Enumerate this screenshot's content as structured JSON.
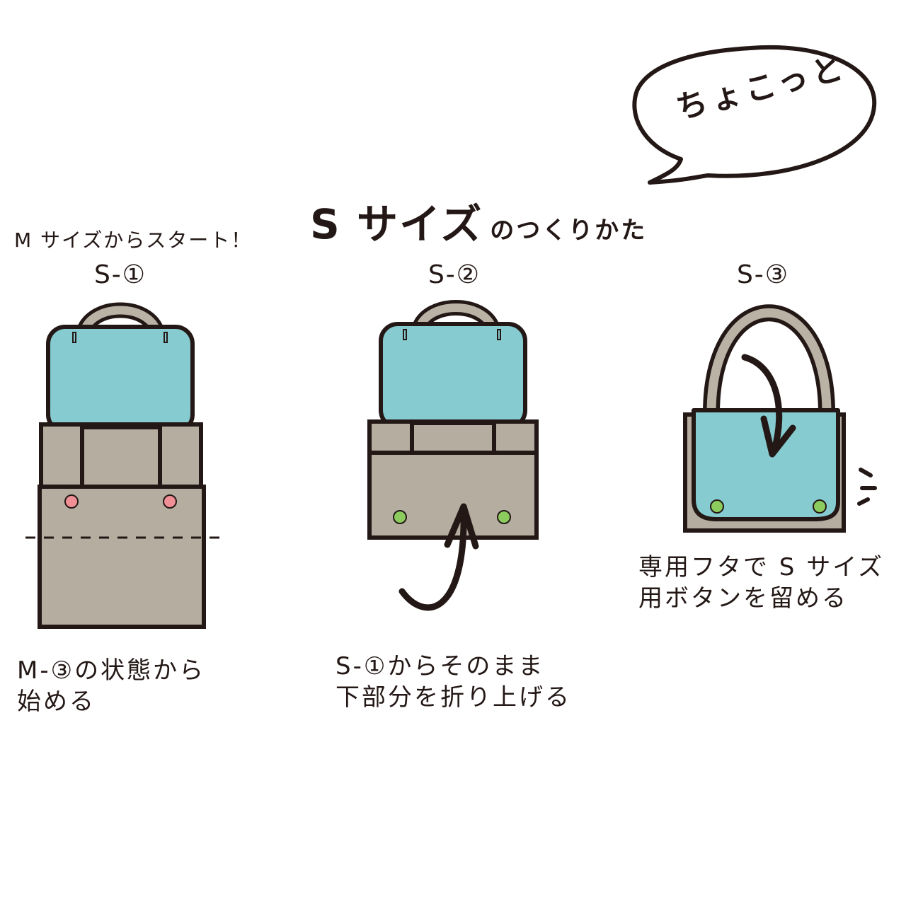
{
  "speech_bubble": {
    "text": "ちょこっと"
  },
  "title": {
    "main": "S サイズ",
    "sub": "のつくりかた"
  },
  "intro_text": "M サイズからスタート！",
  "steps": [
    {
      "label": "S-①",
      "caption": "M-③の状態から\n始める"
    },
    {
      "label": "S-②",
      "caption": "S-①からそのまま\n下部分を折り上げる"
    },
    {
      "label": "S-③",
      "caption": "専用フタで S サイズ\n用ボタンを留める"
    }
  ],
  "colors": {
    "outline": "#231815",
    "bag_body": "#b5ada0",
    "lid": "#86cbd0",
    "handle": "#b9b2a5",
    "button_pink": "#f08f96",
    "button_green": "#8ccc5e"
  }
}
